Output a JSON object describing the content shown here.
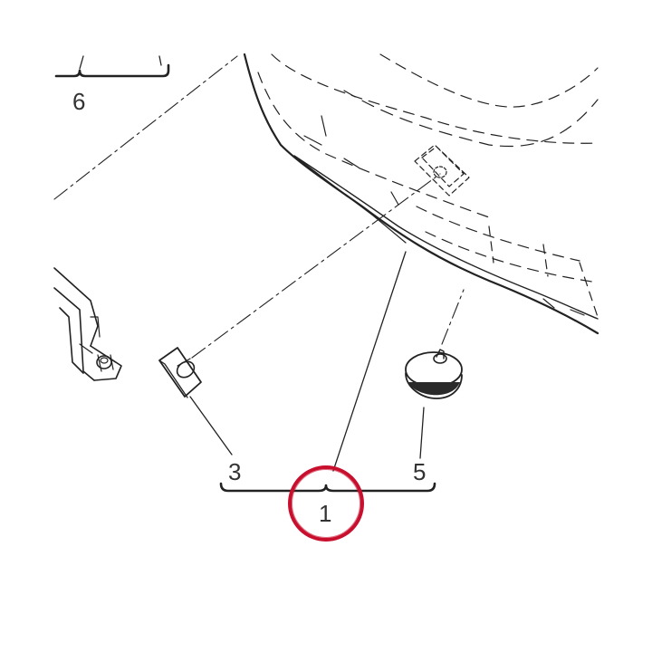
{
  "diagram": {
    "callouts": {
      "item_6": "6",
      "item_3": "3",
      "item_1": "1",
      "item_5": "5"
    },
    "colors": {
      "line": "#222222",
      "label": "#333333",
      "highlight_circle": "#c8102e"
    },
    "icons": {
      "highlight": "red-circle-marker",
      "bracket": "curly-brace"
    }
  }
}
